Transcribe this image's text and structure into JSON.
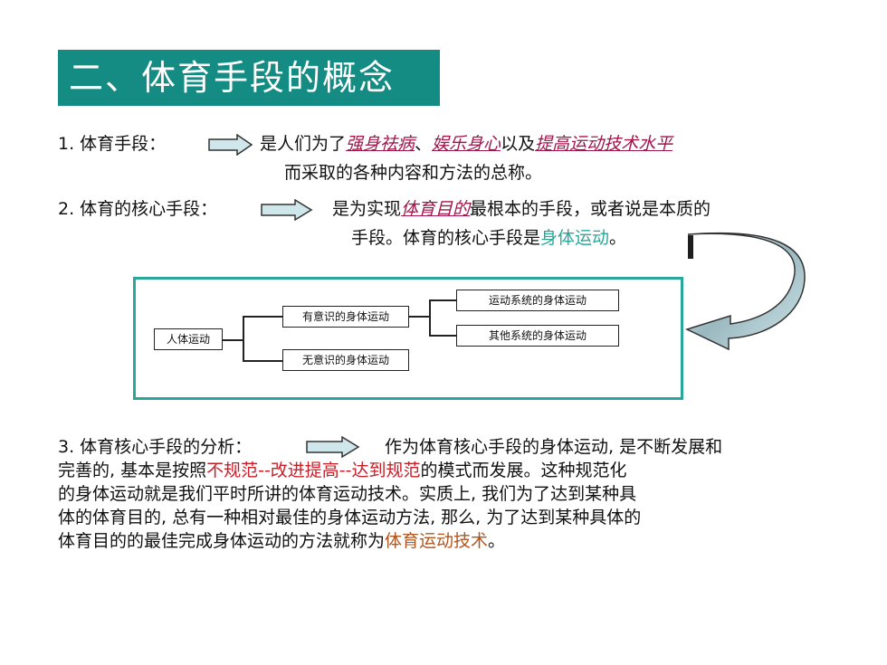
{
  "title": "二、体育手段的概念",
  "item1": {
    "label": "1. 体育手段：",
    "prefix": "是人们为了",
    "hl1": "强身祛病",
    "sep": "、",
    "hl2": "娱乐身心",
    "mid": "以及",
    "hl3": "提高运动技术水平",
    "line2": "而采取的各种内容和方法的总称。"
  },
  "item2": {
    "label": "2. 体育的核心手段：",
    "prefix": "是为实现",
    "hl": "体育目的",
    "suffix": "最根本的手段，或者说是本质的",
    "line2a": "手段。体育的核心手段是",
    "line2b": "身体运动",
    "line2c": "。"
  },
  "diagram": {
    "root": "人体运动",
    "conscious": "有意识的身体运动",
    "unconscious": "无意识的身体运动",
    "motor": "运动系统的身体运动",
    "other": "其他系统的身体运动"
  },
  "item3": {
    "label": "3. 体育核心手段的分析：",
    "l1": "作为体育核心手段的身体运动, 是不断发展和",
    "l2a": "完善的, 基本是按照",
    "l2b": "不规范--改进提高--达到规范",
    "l2c": "的模式而发展。这种规范化",
    "l3": "的身体运动就是我们平时所讲的体育运动技术。实质上, 我们为了达到某种具",
    "l4": "体的体育目的, 总有一种相对最佳的身体运动方法, 那么, 为了达到某种具体的",
    "l5a": "体育目的的最佳完成身体运动的方法就称为",
    "l5b": "体育运动技术",
    "l5c": "。"
  },
  "colors": {
    "title_bg": "#148c84",
    "teal": "#2aa79b",
    "arrow_fill": "#cfe6ea"
  }
}
